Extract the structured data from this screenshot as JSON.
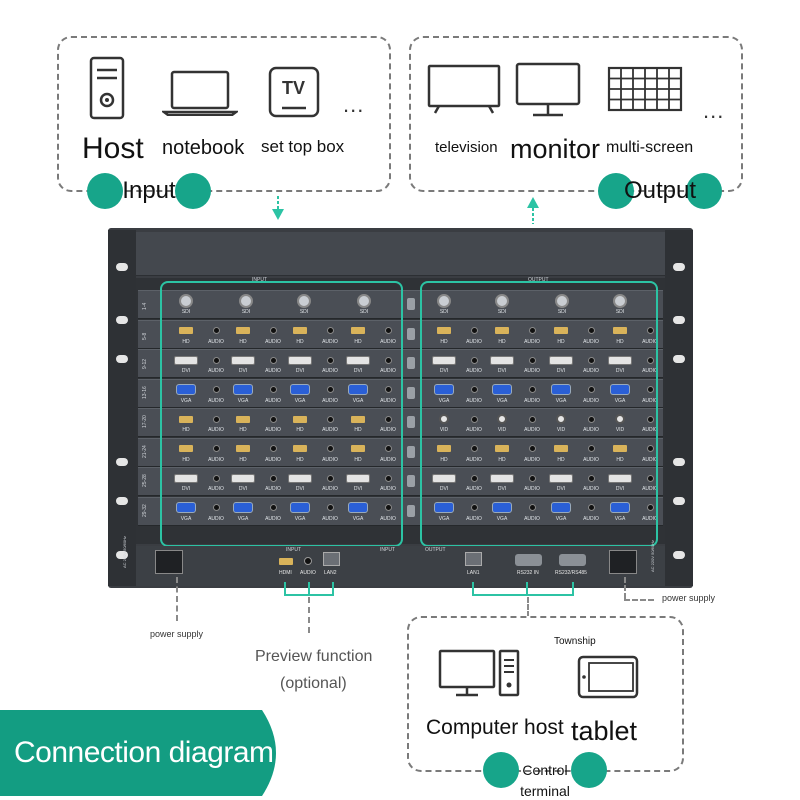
{
  "input_panel": {
    "devices": [
      {
        "icon": "desktop-tower-icon",
        "label": "Host"
      },
      {
        "icon": "laptop-icon",
        "label": "notebook"
      },
      {
        "icon": "tv-box-icon",
        "label": "set top box",
        "icon_text": "TV"
      }
    ],
    "more": "...",
    "badge": "Input"
  },
  "output_panel": {
    "devices": [
      {
        "icon": "television-icon",
        "label": "television"
      },
      {
        "icon": "monitor-icon",
        "label": "monitor"
      },
      {
        "icon": "video-wall-icon",
        "label": "multi-screen"
      }
    ],
    "more": "...",
    "badge": "Output"
  },
  "matrix": {
    "input_header": "INPUT",
    "output_header": "OUTPUT",
    "row_labels": [
      "1-4",
      "5-8",
      "9-12",
      "13-16",
      "17-20",
      "21-24",
      "25-28",
      "29-32"
    ],
    "input_rows": [
      [
        "SDI",
        "SDI",
        "SDI",
        "SDI"
      ],
      [
        "HD",
        "AUDIO",
        "HD",
        "AUDIO",
        "HD",
        "AUDIO",
        "HD",
        "AUDIO"
      ],
      [
        "DVI",
        "AUDIO",
        "DVI",
        "AUDIO",
        "DVI",
        "AUDIO",
        "DVI",
        "AUDIO"
      ],
      [
        "VGA",
        "AUDIO",
        "VGA",
        "AUDIO",
        "VGA",
        "AUDIO",
        "VGA",
        "AUDIO"
      ],
      [
        "HD",
        "AUDIO",
        "HD",
        "AUDIO",
        "HD",
        "AUDIO",
        "HD",
        "AUDIO"
      ],
      [
        "HD",
        "AUDIO",
        "HD",
        "AUDIO",
        "HD",
        "AUDIO",
        "HD",
        "AUDIO"
      ],
      [
        "DVI",
        "AUDIO",
        "DVI",
        "AUDIO",
        "DVI",
        "AUDIO",
        "DVI",
        "AUDIO"
      ],
      [
        "VGA",
        "AUDIO",
        "VGA",
        "AUDIO",
        "VGA",
        "AUDIO",
        "VGA",
        "AUDIO"
      ]
    ],
    "output_rows": [
      [
        "SDI",
        "SDI",
        "SDI",
        "SDI"
      ],
      [
        "HD",
        "AUDIO",
        "HD",
        "AUDIO",
        "HD",
        "AUDIO",
        "HD",
        "AUDIO"
      ],
      [
        "DVI",
        "AUDIO",
        "DVI",
        "AUDIO",
        "DVI",
        "AUDIO",
        "DVI",
        "AUDIO"
      ],
      [
        "VGA",
        "AUDIO",
        "VGA",
        "AUDIO",
        "VGA",
        "AUDIO",
        "VGA",
        "AUDIO"
      ],
      [
        "VID",
        "AUDIO",
        "VID",
        "AUDIO",
        "VID",
        "AUDIO",
        "VID",
        "AUDIO"
      ],
      [
        "HD",
        "AUDIO",
        "HD",
        "AUDIO",
        "HD",
        "AUDIO",
        "HD",
        "AUDIO"
      ],
      [
        "DVI",
        "AUDIO",
        "DVI",
        "AUDIO",
        "DVI",
        "AUDIO",
        "DVI",
        "AUDIO"
      ],
      [
        "VGA",
        "AUDIO",
        "VGA",
        "AUDIO",
        "VGA",
        "AUDIO",
        "VGA",
        "AUDIO"
      ]
    ],
    "bottom_ports": {
      "preview_header": "INPUT",
      "input_header_right": "INPUT",
      "output_header": "OUTPUT",
      "hdmi": "HDMI",
      "audio": "AUDIO",
      "lan2": "LAN2",
      "lan1": "LAN1",
      "rs232_in": "RS232 IN",
      "rs232_485": "RS232/RS485",
      "power_left": "AC 220V 50/60Hz",
      "power_right": "AC 220V 50/60Hz"
    }
  },
  "labels": {
    "power_supply_left": "power supply",
    "power_supply_right": "power supply",
    "preview_line1": "Preview function",
    "preview_line2": "(optional)"
  },
  "control_panel": {
    "devices": [
      {
        "icon": "computer-host-icon",
        "label": "Computer host"
      },
      {
        "icon": "tablet-icon",
        "label": "tablet",
        "caption": "Township"
      }
    ],
    "badge_line1": "Control",
    "badge_line2": "terminal"
  },
  "banner": {
    "text": "Connection diagram"
  },
  "colors": {
    "accent": "#17a58a",
    "frame": "#2cc3a4",
    "chassis": "#3a3d42",
    "banner": "#139d82"
  }
}
